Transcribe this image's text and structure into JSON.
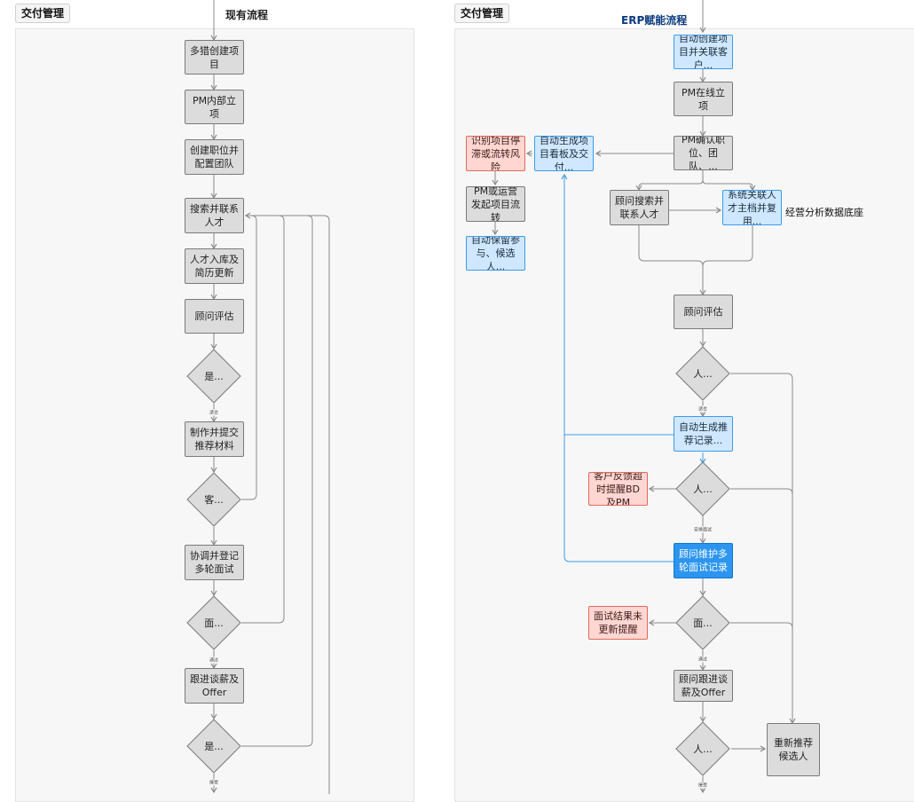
{
  "left_panel": {
    "tag": "交付管理",
    "title": "现有流程",
    "nodes": {
      "n1": "多猎创建项目",
      "n2": "PM内部立项",
      "n3": "创建职位并配置团队",
      "n4": "搜索并联系人才",
      "n5": "人才入库及简历更新",
      "n6": "顾问评估",
      "n7": "制作并提交推荐材料",
      "n8": "协调并登记多轮面试",
      "n9": "跟进谈薪及Offer"
    },
    "decisions": {
      "d1": "是...",
      "d2": "客...",
      "d3": "面...",
      "d4": "是..."
    },
    "edge_labels": {
      "e1": "适合",
      "e2": "通过",
      "e3": "接受"
    }
  },
  "right_panel": {
    "tag": "交付管理",
    "title": "ERP赋能流程",
    "nodes": {
      "r1": "自动创建项目并关联客户...",
      "r2": "PM在线立项",
      "r3": "PM确认职位、团队、...",
      "r4": "顾问搜索并联系人才",
      "r5": "系统关联人才主档并复用...",
      "r6": "顾问评估",
      "r7": "自动生成推荐记录...",
      "r8": "顾问维护多轮面试记录",
      "r9": "顾问跟进谈薪及Offer",
      "r10": "自动生成项目看板及交付...",
      "r11": "识别项目停滞或流转风险",
      "r12": "PM或运营发起项目流转",
      "r13": "自动保留参与、候选人...",
      "r14": "客户反馈超时提醒BD及PM",
      "r15": "面试结果未更新提醒",
      "r16": "重新推荐候选人"
    },
    "decisions": {
      "d1": "人...",
      "d2": "人...",
      "d3": "面...",
      "d4": "人..."
    },
    "edge_labels": {
      "e1": "适合",
      "e2": "安排面试",
      "e3": "通过",
      "e4": "接受"
    },
    "side_label": "经营分析数据底座"
  },
  "colors": {
    "gray_node": "#dcdcdc",
    "blue_node": "#cfe8ff",
    "blue_strong": "#2b95f0",
    "red_node": "#ffd6d2",
    "gray_line": "#8a8a8a",
    "blue_line": "#3d9be9"
  }
}
